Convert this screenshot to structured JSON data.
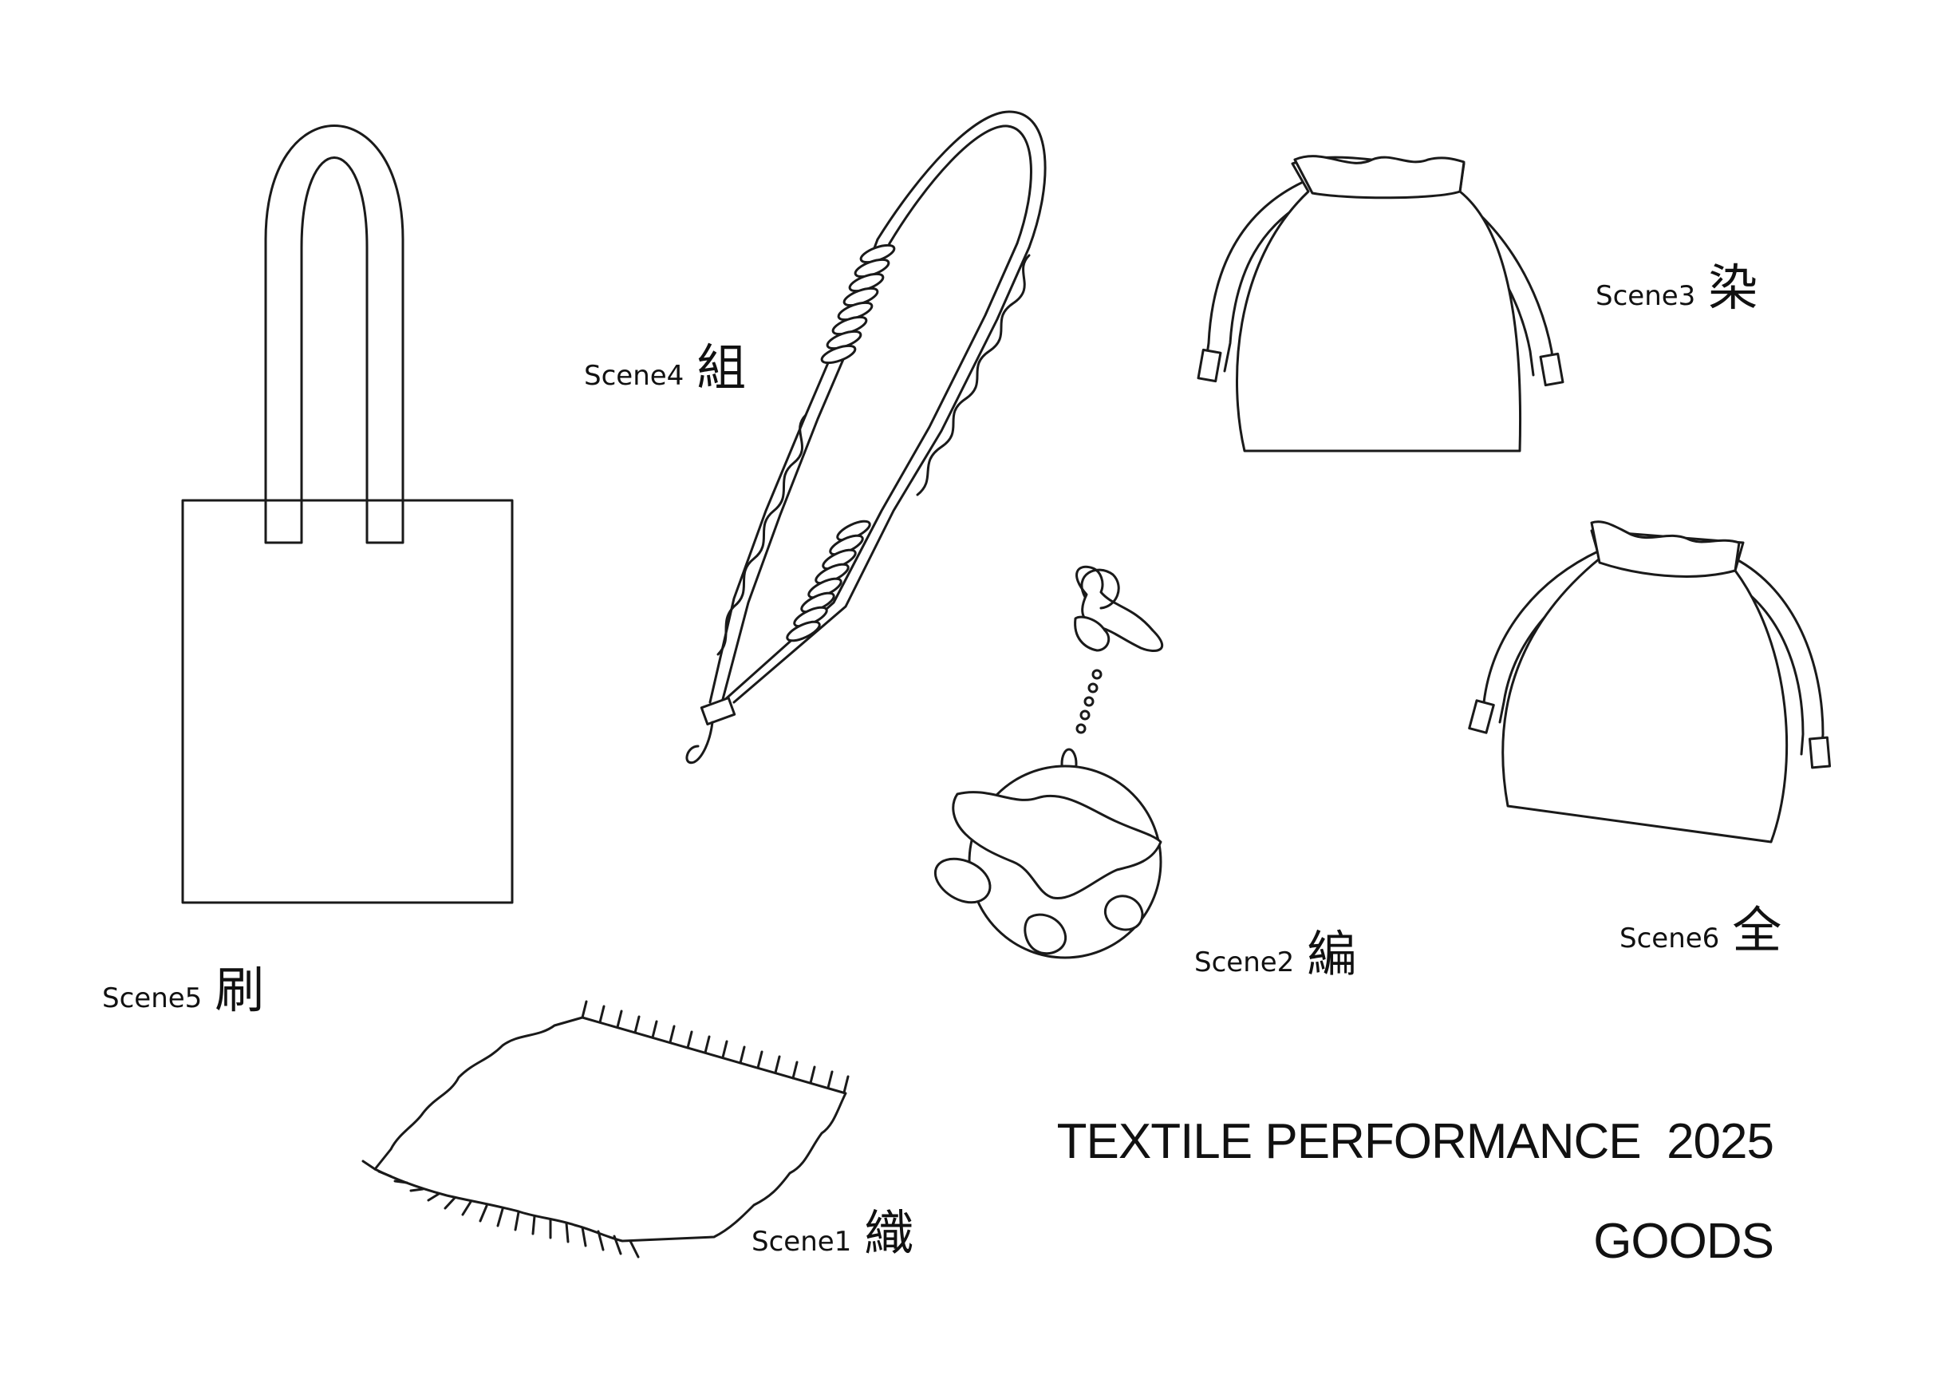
{
  "title": {
    "line1": "TEXTILE PERFORMANCE  2025",
    "line2": "GOODS"
  },
  "items": {
    "tote_bag": {
      "scene": "Scene5",
      "kanji": "刷"
    },
    "strap": {
      "scene": "Scene4",
      "kanji": "組"
    },
    "pouch_top": {
      "scene": "Scene3",
      "kanji": "染"
    },
    "keychain": {
      "scene": "Scene2",
      "kanji": "編"
    },
    "pouch_bottom": {
      "scene": "Scene6",
      "kanji": "全"
    },
    "rug": {
      "scene": "Scene1",
      "kanji": "織"
    }
  },
  "colors": {
    "ink": "#1a1a1a",
    "background": "#ffffff"
  }
}
